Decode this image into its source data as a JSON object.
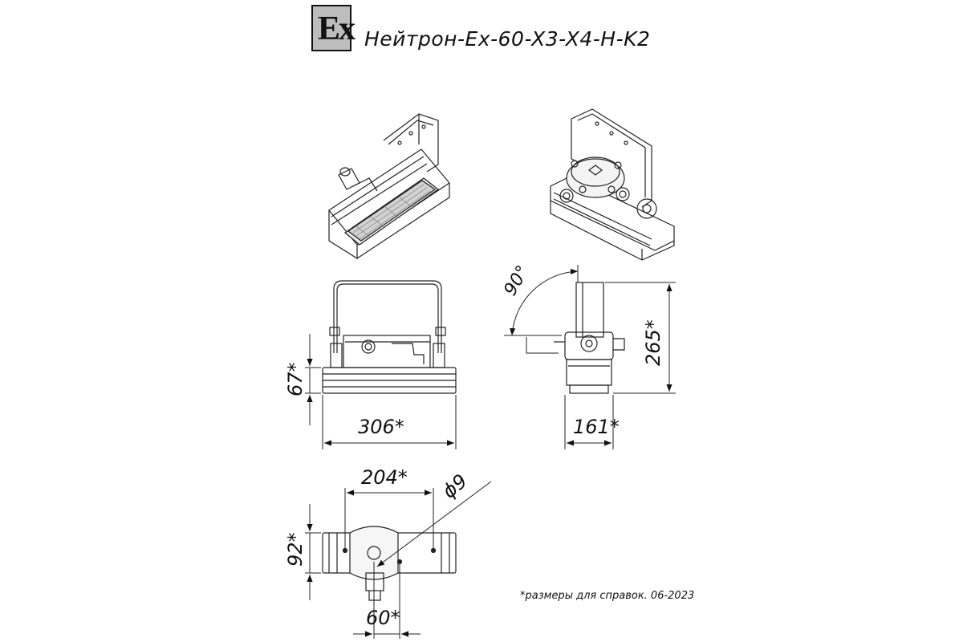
{
  "header": {
    "ex_mark": "Ex",
    "title": "Нейтрон-Ex-60-X3-X4-H-K2"
  },
  "dimensions": {
    "angle": "90°",
    "height_total": "265*",
    "height_body": "67*",
    "width_front": "306*",
    "width_side": "161*",
    "mount_spacing": "204*",
    "hole_diameter": "ϕ9",
    "depth_top": "92*",
    "offset_bottom": "60*"
  },
  "footnote": "*размеры для справок. 06-2023"
}
